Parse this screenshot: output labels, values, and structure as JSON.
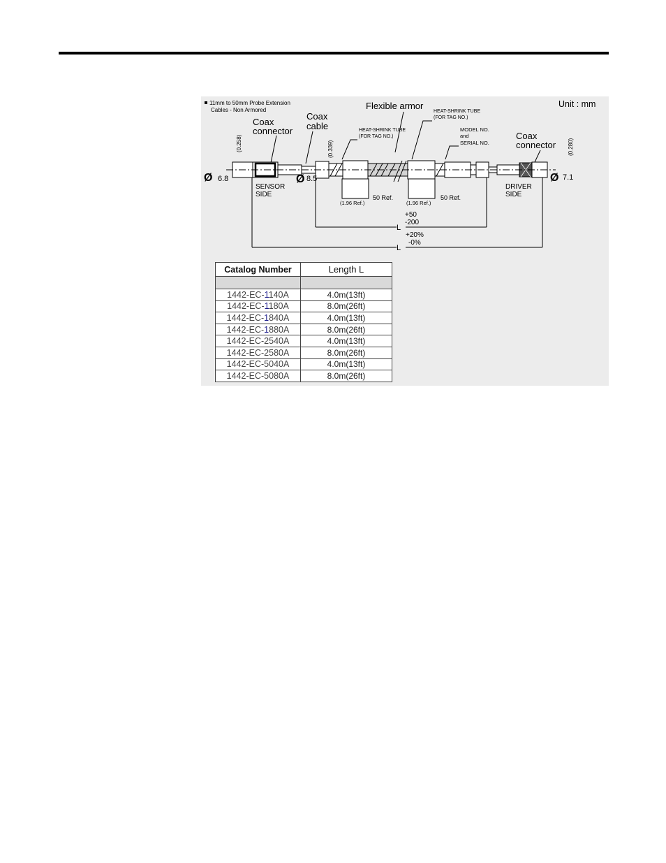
{
  "diagram": {
    "note_line1": "11mm to 50mm Probe Extension",
    "note_line2": "Cables - Non Armored",
    "unit": "Unit : mm",
    "coax_connector_left": [
      "Coax",
      "connector"
    ],
    "coax_cable": [
      "Coax",
      "cable"
    ],
    "flexible_armor": "Flexible armor",
    "heat_shrink_1": [
      "HEAT-SHRINK TUBE",
      "(FOR TAG NO.)"
    ],
    "heat_shrink_2": [
      "HEAT-SHRINK TUBE",
      "(FOR TAG NO.)"
    ],
    "model_serial": [
      "MODEL NO.",
      "and",
      "SERIAL NO."
    ],
    "coax_connector_right": [
      "Coax",
      "connector"
    ],
    "dim_0258": "(0.258)",
    "dim_0339": "(0.339)",
    "dim_0280": "(0.280)",
    "dia_68": "6.8",
    "dia_85": "8.5",
    "dia_71": "7.1",
    "sensor_side": [
      "SENSOR",
      "SIDE"
    ],
    "driver_side": [
      "DRIVER",
      "SIDE"
    ],
    "ref_196_a": "(1.96 Ref.)",
    "ref_50_a": "50 Ref.",
    "ref_196_b": "(1.96 Ref.)",
    "ref_50_b": "50 Ref.",
    "tol1_plus": "+50",
    "tol1_minus": "-200",
    "tol1_L": "L",
    "tol2_plus": "+20%",
    "tol2_minus": "-0%",
    "tol2_L": "L",
    "dia_symbol": "Ø"
  },
  "table": {
    "headers": [
      "Catalog Number",
      "Length L"
    ],
    "rows": [
      {
        "prefix": "1442-EC-",
        "hi": "1",
        "rest": "140A",
        "length": "4.0m(13ft)"
      },
      {
        "prefix": "1442-EC-",
        "hi": "1",
        "rest": "180A",
        "length": "8.0m(26ft)"
      },
      {
        "prefix": "1442-EC-",
        "hi": "1",
        "rest": "840A",
        "length": "4.0m(13ft)"
      },
      {
        "prefix": "1442-EC-",
        "hi": "1",
        "rest": "880A",
        "length": "8.0m(26ft)"
      },
      {
        "prefix": "1442-EC-",
        "hi": "",
        "rest": "2540A",
        "length": "4.0m(13ft)"
      },
      {
        "prefix": "1442-EC-",
        "hi": "",
        "rest": "2580A",
        "length": "8.0m(26ft)"
      },
      {
        "prefix": "1442-EC-",
        "hi": "",
        "rest": "5040A",
        "length": "4.0m(13ft)"
      },
      {
        "prefix": "1442-EC-",
        "hi": "",
        "rest": "5080A",
        "length": "8.0m(26ft)"
      }
    ]
  }
}
